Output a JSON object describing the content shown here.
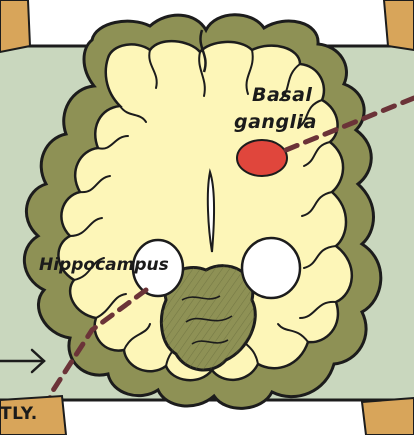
{
  "labels": {
    "basal_line1": "Basal",
    "basal_line2": "ganglia",
    "hippocampus": "Hippocampus",
    "bottom_fragment": "TLY."
  },
  "colors": {
    "background_panel": "#c9d7be",
    "brain_fill": "#fdf6b8",
    "cortex": "#8e9155",
    "outline": "#1c1c1c",
    "basal_ganglia": "#e0463c",
    "tape": "#d8a55a",
    "pointer_line": "#6b3338"
  },
  "icons": {
    "arrow": "arrow-right-icon"
  }
}
